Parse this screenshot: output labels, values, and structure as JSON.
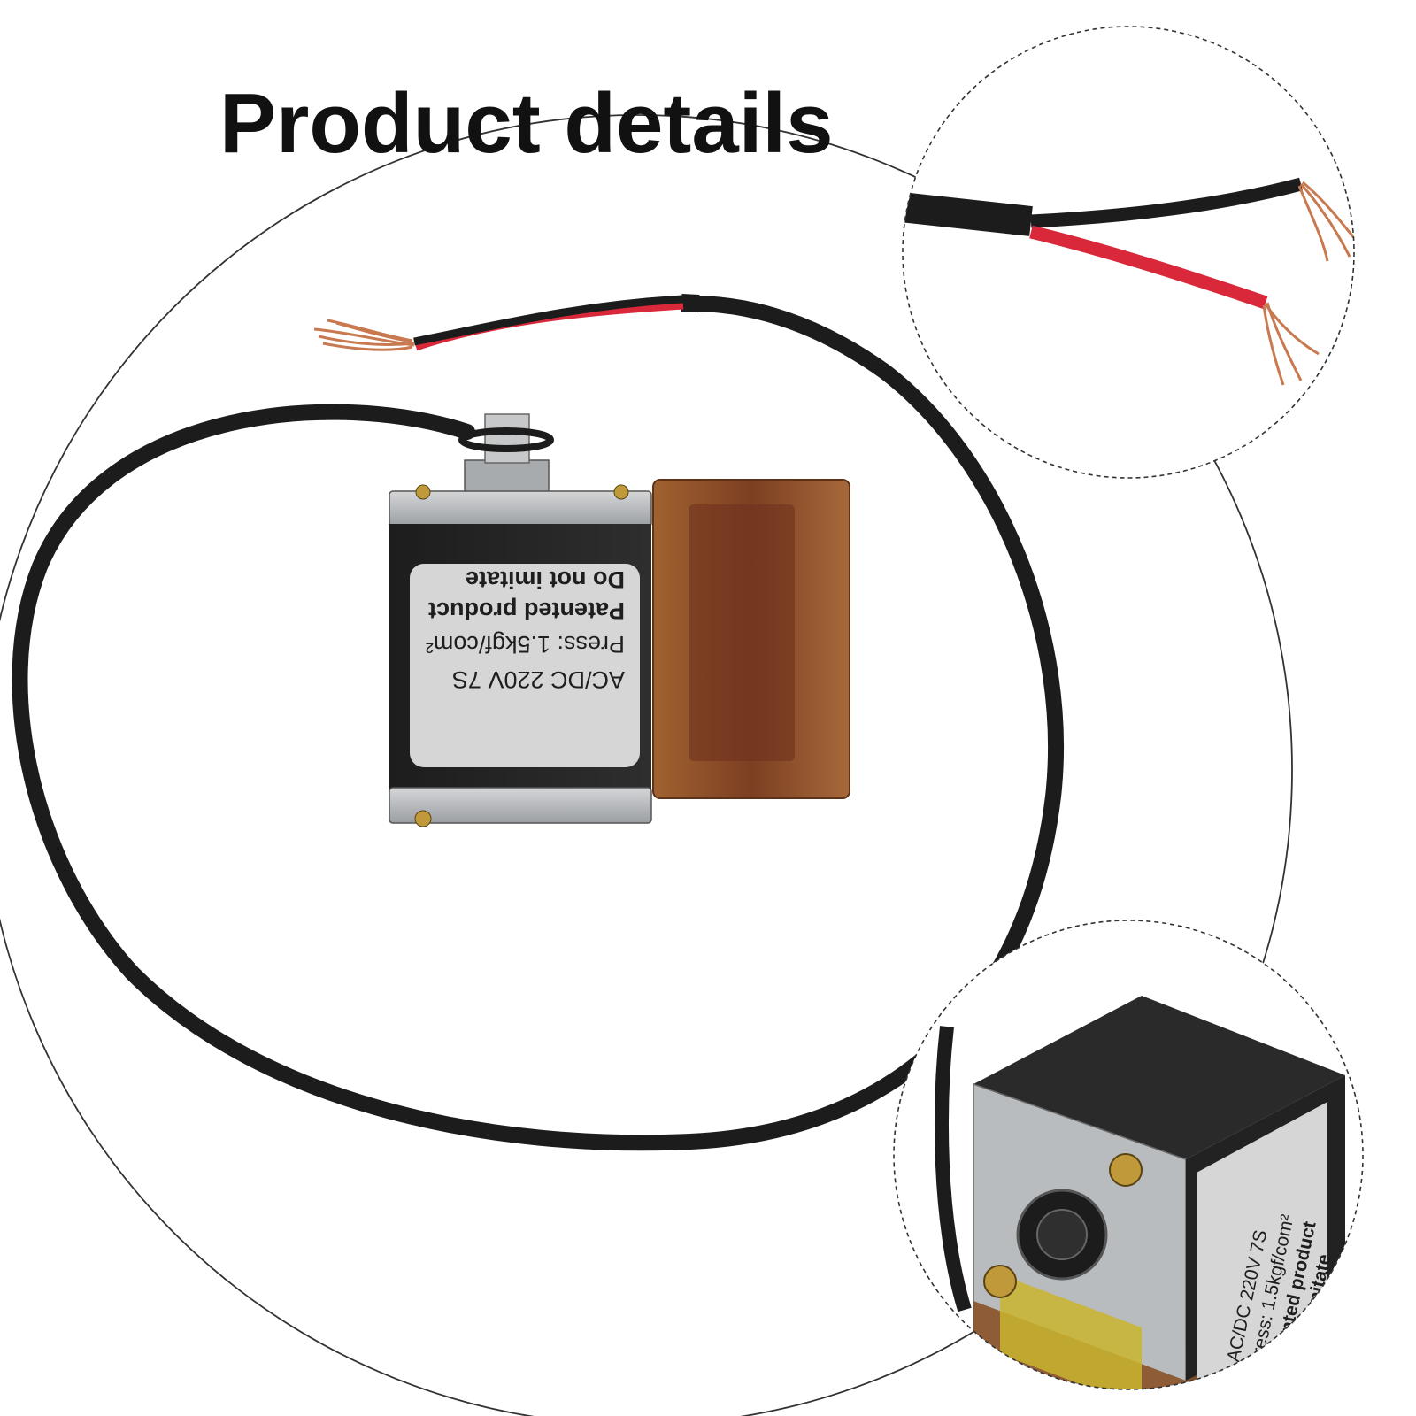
{
  "heading": "Product details",
  "label": {
    "line1": "AC/DC  220V    7S",
    "line2": "Press:  1.5kgf/com²",
    "line3": "Patented product",
    "line4": "Do not imitate"
  },
  "colors": {
    "background": "#ffffff",
    "cable": "#1c1c1c",
    "red_wire": "#d8283a",
    "copper": "#c9794f",
    "coil_body": "#252525",
    "steel_plate": "#b9bcbf",
    "amber_cover": "#8a5228",
    "label_bg": "#d6d6d6"
  }
}
